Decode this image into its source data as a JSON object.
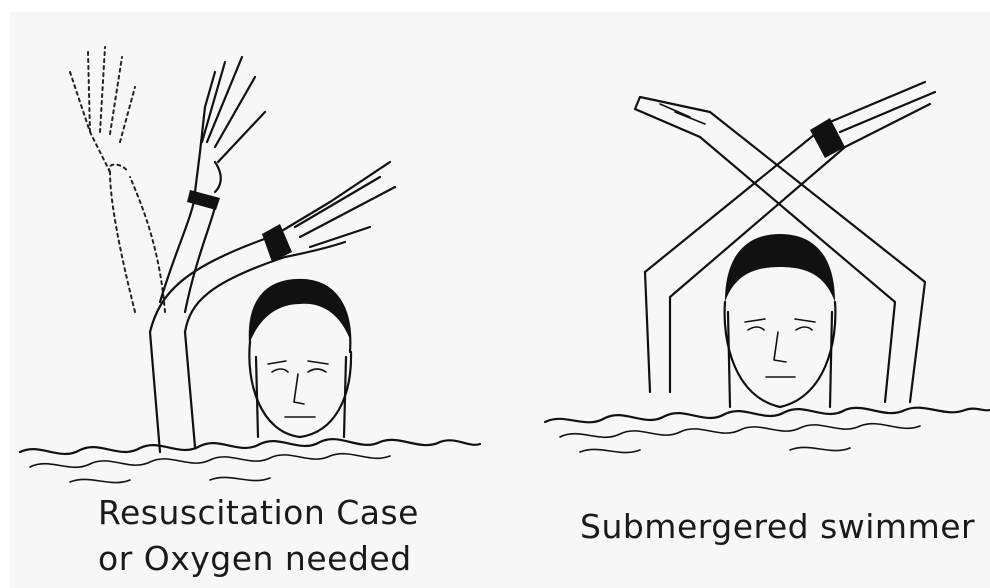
{
  "panels": [
    {
      "caption_lines": [
        "Resuscitation Case",
        "or Oxygen needed"
      ],
      "figure_icon": "swimmer-waving-arm-signal-icon"
    },
    {
      "caption_lines": [
        "Submergered swimmer"
      ],
      "figure_icon": "swimmer-crossed-arms-signal-icon"
    }
  ],
  "colors": {
    "ink": "#111111",
    "paper": "#f7f7f7"
  }
}
